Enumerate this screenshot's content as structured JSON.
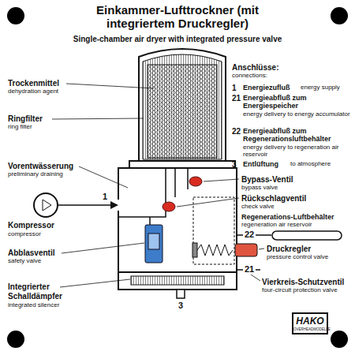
{
  "diagram": {
    "title": "Einkammer-Lufttrockner (mit integriertem Druckregler)",
    "nodes": [
      {
        "text": [
          "Kompressor",
          "compressor"
        ]
      },
      {
        "text": [
          "Regenerations-Luftbehälter",
          "regeneration air reservoir"
        ]
      },
      {
        "text": [
          "HAKO",
          "OVERHEADMODELLE"
        ]
      }
    ],
    "labels": [
      "Single-chamber air dryer with integrated pressure valve",
      "Trockenmittel",
      "dehydration agent",
      "Ringfilter",
      "ring filter",
      "Vorentwässerung",
      "preliminary draining",
      "1",
      "Abblasventil",
      "safety valve",
      "Integrierter Schalldämpfer",
      "integrated silencer",
      "3",
      "Anschlüsse:",
      "connections:",
      "1",
      "Energiezufluß",
      "energy supply",
      "21",
      "Energieabfluß zum Energiespeicher",
      "energy delivery to energy accumulator",
      "22",
      "Energieabfluß zum Regenerationsluftbehälter",
      "energy delivery to regeneration air reservoir",
      "3",
      "Entlüftung",
      "to atmosphere",
      "Bypass-Ventil",
      "bypass valve",
      "Rückschlagventil",
      "check valve",
      "22",
      "Druckregler",
      "pressure control valve",
      "21",
      "Vierkreis-Schutzventil",
      "four-circuit protection valve"
    ]
  }
}
